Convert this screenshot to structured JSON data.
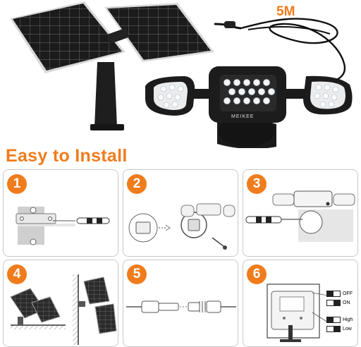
{
  "header": {
    "cable_length": "5M",
    "brand": "MEIKEE"
  },
  "section_title": "Easy to Install",
  "steps": [
    {
      "number": "1"
    },
    {
      "number": "2"
    },
    {
      "number": "3"
    },
    {
      "number": "4"
    },
    {
      "number": "5"
    },
    {
      "number": "6"
    }
  ],
  "switches": {
    "power": [
      "OFF",
      "ON"
    ],
    "mode": [
      "High",
      "Low"
    ]
  },
  "colors": {
    "accent": "#f07c1c",
    "panel": "#1c1c1c",
    "line": "#444444",
    "text": "#1a1a1a"
  }
}
